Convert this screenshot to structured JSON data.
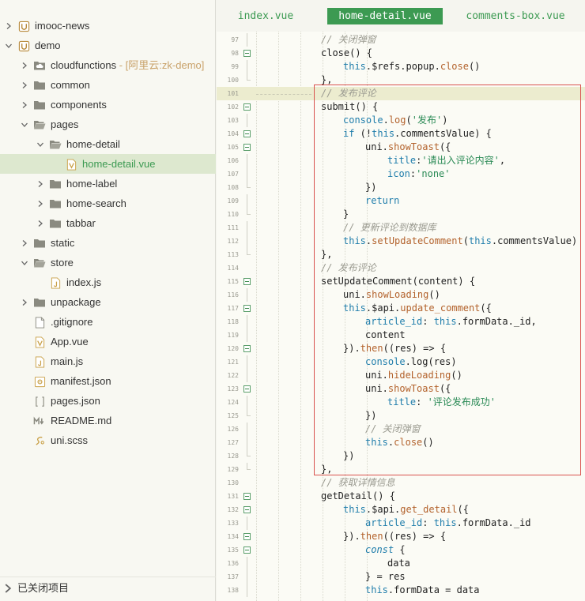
{
  "sidebar": {
    "items": [
      {
        "label": "imooc-news",
        "icon": "uniapp-project-icon",
        "caret": "right"
      },
      {
        "label": "demo",
        "icon": "uniapp-project-icon",
        "caret": "down"
      },
      {
        "label": "cloudfunctions",
        "sub": " - [阿里云:zk-demo]",
        "icon": "cloud-folder-icon",
        "caret": "right"
      },
      {
        "label": "common",
        "icon": "folder-icon",
        "caret": "right"
      },
      {
        "label": "components",
        "icon": "folder-icon",
        "caret": "right"
      },
      {
        "label": "pages",
        "icon": "folder-open-icon",
        "caret": "down"
      },
      {
        "label": "home-detail",
        "icon": "folder-open-icon",
        "caret": "down"
      },
      {
        "label": "home-detail.vue",
        "icon": "vue-file-icon",
        "caret": "none"
      },
      {
        "label": "home-label",
        "icon": "folder-icon",
        "caret": "right"
      },
      {
        "label": "home-search",
        "icon": "folder-icon",
        "caret": "right"
      },
      {
        "label": "tabbar",
        "icon": "folder-icon",
        "caret": "right"
      },
      {
        "label": "static",
        "icon": "folder-icon",
        "caret": "right"
      },
      {
        "label": "store",
        "icon": "folder-open-icon",
        "caret": "down"
      },
      {
        "label": "index.js",
        "icon": "js-file-icon",
        "caret": "none"
      },
      {
        "label": "unpackage",
        "icon": "folder-icon",
        "caret": "right"
      },
      {
        "label": ".gitignore",
        "icon": "file-icon",
        "caret": "none"
      },
      {
        "label": "App.vue",
        "icon": "vue-file-icon",
        "caret": "none"
      },
      {
        "label": "main.js",
        "icon": "js-file-icon",
        "caret": "none"
      },
      {
        "label": "manifest.json",
        "icon": "manifest-file-icon",
        "caret": "none"
      },
      {
        "label": "pages.json",
        "icon": "json-file-icon",
        "caret": "none"
      },
      {
        "label": "README.md",
        "icon": "markdown-file-icon",
        "caret": "none"
      },
      {
        "label": "uni.scss",
        "icon": "scss-file-icon",
        "caret": "none"
      }
    ],
    "selected_index": 7,
    "closed_projects_label": "已关闭项目"
  },
  "tabs": [
    {
      "label": "index.vue",
      "active": false
    },
    {
      "label": "home-detail.vue",
      "active": true
    },
    {
      "label": "comments-box.vue",
      "active": false
    }
  ],
  "editor": {
    "current_line": 101,
    "lines": [
      {
        "n": "97",
        "indent": 4,
        "fold": "line",
        "tokens": [
          [
            "c-comment",
            "// 关闭弹窗"
          ]
        ]
      },
      {
        "n": "98",
        "indent": 4,
        "fold": "box",
        "tokens": [
          [
            "",
            "close() {"
          ]
        ]
      },
      {
        "n": "99",
        "indent": 5,
        "fold": "line",
        "tokens": [
          [
            "c-kw",
            "this"
          ],
          [
            "",
            ".$refs.popup."
          ],
          [
            "c-fn",
            "close"
          ],
          [
            "",
            "()"
          ]
        ]
      },
      {
        "n": "100",
        "indent": 4,
        "fold": "end",
        "tokens": [
          [
            "",
            "},"
          ]
        ]
      },
      {
        "n": "101",
        "indent": 4,
        "fold": "none",
        "tokens": [
          [
            "c-comment",
            "// 发布评论"
          ]
        ]
      },
      {
        "n": "102",
        "indent": 4,
        "fold": "box",
        "tokens": [
          [
            "",
            "submit() {"
          ]
        ]
      },
      {
        "n": "103",
        "indent": 5,
        "fold": "line",
        "tokens": [
          [
            "c-kw",
            "console"
          ],
          [
            "",
            "."
          ],
          [
            "c-fn",
            "log"
          ],
          [
            "",
            "("
          ],
          [
            "c-str",
            "'发布'"
          ],
          [
            "",
            ")"
          ]
        ]
      },
      {
        "n": "104",
        "indent": 5,
        "fold": "box",
        "tokens": [
          [
            "c-kw",
            "if"
          ],
          [
            "",
            " (!"
          ],
          [
            "c-kw",
            "this"
          ],
          [
            "",
            ".commentsValue) {"
          ]
        ]
      },
      {
        "n": "105",
        "indent": 6,
        "fold": "box",
        "tokens": [
          [
            "",
            "uni."
          ],
          [
            "c-fn",
            "showToast"
          ],
          [
            "",
            "({"
          ]
        ]
      },
      {
        "n": "106",
        "indent": 7,
        "fold": "line",
        "tokens": [
          [
            "c-prop",
            "title"
          ],
          [
            "",
            ":"
          ],
          [
            "c-str",
            "'请出入评论内容'"
          ],
          [
            "",
            ","
          ]
        ]
      },
      {
        "n": "107",
        "indent": 7,
        "fold": "line",
        "tokens": [
          [
            "c-prop",
            "icon"
          ],
          [
            "",
            ":"
          ],
          [
            "c-str",
            "'none'"
          ]
        ]
      },
      {
        "n": "108",
        "indent": 6,
        "fold": "end",
        "tokens": [
          [
            "",
            "})"
          ]
        ]
      },
      {
        "n": "109",
        "indent": 6,
        "fold": "line",
        "tokens": [
          [
            "c-kw",
            "return"
          ]
        ]
      },
      {
        "n": "110",
        "indent": 5,
        "fold": "end",
        "tokens": [
          [
            "",
            "}"
          ]
        ]
      },
      {
        "n": "111",
        "indent": 5,
        "fold": "line",
        "tokens": [
          [
            "c-comment",
            "// 更新评论到数据库"
          ]
        ]
      },
      {
        "n": "112",
        "indent": 5,
        "fold": "line",
        "tokens": [
          [
            "c-kw",
            "this"
          ],
          [
            "",
            "."
          ],
          [
            "c-fn",
            "setUpdateComment"
          ],
          [
            "",
            "("
          ],
          [
            "c-kw",
            "this"
          ],
          [
            "",
            ".commentsValue)"
          ]
        ]
      },
      {
        "n": "113",
        "indent": 4,
        "fold": "end",
        "tokens": [
          [
            "",
            "},"
          ]
        ]
      },
      {
        "n": "114",
        "indent": 4,
        "fold": "none",
        "tokens": [
          [
            "c-comment",
            "// 发布评论"
          ]
        ]
      },
      {
        "n": "115",
        "indent": 4,
        "fold": "box",
        "tokens": [
          [
            "",
            "setUpdateComment(content) {"
          ]
        ]
      },
      {
        "n": "116",
        "indent": 5,
        "fold": "line",
        "tokens": [
          [
            "",
            "uni."
          ],
          [
            "c-fn",
            "showLoading"
          ],
          [
            "",
            "()"
          ]
        ]
      },
      {
        "n": "117",
        "indent": 5,
        "fold": "box",
        "tokens": [
          [
            "c-kw",
            "this"
          ],
          [
            "",
            ".$api."
          ],
          [
            "c-fn",
            "update_comment"
          ],
          [
            "",
            "({"
          ]
        ]
      },
      {
        "n": "118",
        "indent": 6,
        "fold": "line",
        "tokens": [
          [
            "c-prop",
            "article_id"
          ],
          [
            "",
            ": "
          ],
          [
            "c-kw",
            "this"
          ],
          [
            "",
            ".formData._id,"
          ]
        ]
      },
      {
        "n": "119",
        "indent": 6,
        "fold": "line",
        "tokens": [
          [
            "",
            "content"
          ]
        ]
      },
      {
        "n": "120",
        "indent": 5,
        "fold": "box",
        "tokens": [
          [
            "",
            "})."
          ],
          [
            "c-fn",
            "then"
          ],
          [
            "",
            "((res) => {"
          ]
        ]
      },
      {
        "n": "121",
        "indent": 6,
        "fold": "line",
        "tokens": [
          [
            "c-kw",
            "console"
          ],
          [
            "",
            ".log(res)"
          ]
        ]
      },
      {
        "n": "122",
        "indent": 6,
        "fold": "line",
        "tokens": [
          [
            "",
            "uni."
          ],
          [
            "c-fn",
            "hideLoading"
          ],
          [
            "",
            "()"
          ]
        ]
      },
      {
        "n": "123",
        "indent": 6,
        "fold": "box",
        "tokens": [
          [
            "",
            "uni."
          ],
          [
            "c-fn",
            "showToast"
          ],
          [
            "",
            "({"
          ]
        ]
      },
      {
        "n": "124",
        "indent": 7,
        "fold": "line",
        "tokens": [
          [
            "c-prop",
            "title"
          ],
          [
            "",
            ": "
          ],
          [
            "c-str",
            "'评论发布成功'"
          ]
        ]
      },
      {
        "n": "125",
        "indent": 6,
        "fold": "end",
        "tokens": [
          [
            "",
            "})"
          ]
        ]
      },
      {
        "n": "126",
        "indent": 6,
        "fold": "line",
        "tokens": [
          [
            "c-comment",
            "// 关闭弹窗"
          ]
        ]
      },
      {
        "n": "127",
        "indent": 6,
        "fold": "line",
        "tokens": [
          [
            "c-kw",
            "this"
          ],
          [
            "",
            "."
          ],
          [
            "c-fn",
            "close"
          ],
          [
            "",
            "()"
          ]
        ]
      },
      {
        "n": "128",
        "indent": 5,
        "fold": "end",
        "tokens": [
          [
            "",
            "})"
          ]
        ]
      },
      {
        "n": "129",
        "indent": 4,
        "fold": "end",
        "tokens": [
          [
            "",
            "},"
          ]
        ]
      },
      {
        "n": "130",
        "indent": 4,
        "fold": "none",
        "tokens": [
          [
            "c-comment",
            "// 获取详情信息"
          ]
        ]
      },
      {
        "n": "131",
        "indent": 4,
        "fold": "box",
        "tokens": [
          [
            "",
            "getDetail() {"
          ]
        ]
      },
      {
        "n": "132",
        "indent": 5,
        "fold": "box",
        "tokens": [
          [
            "c-kw",
            "this"
          ],
          [
            "",
            ".$api."
          ],
          [
            "c-fn",
            "get_detail"
          ],
          [
            "",
            "({"
          ]
        ]
      },
      {
        "n": "133",
        "indent": 6,
        "fold": "line",
        "tokens": [
          [
            "c-prop",
            "article_id"
          ],
          [
            "",
            ": "
          ],
          [
            "c-kw",
            "this"
          ],
          [
            "",
            ".formData._id"
          ]
        ]
      },
      {
        "n": "134",
        "indent": 5,
        "fold": "box",
        "tokens": [
          [
            "",
            "})."
          ],
          [
            "c-fn",
            "then"
          ],
          [
            "",
            "((res) => {"
          ]
        ]
      },
      {
        "n": "135",
        "indent": 6,
        "fold": "box",
        "tokens": [
          [
            "c-it",
            "const"
          ],
          [
            "",
            " {"
          ]
        ]
      },
      {
        "n": "136",
        "indent": 7,
        "fold": "line",
        "tokens": [
          [
            "",
            "data"
          ]
        ]
      },
      {
        "n": "137",
        "indent": 6,
        "fold": "line",
        "tokens": [
          [
            "",
            "} = res"
          ]
        ]
      },
      {
        "n": "138",
        "indent": 6,
        "fold": "line",
        "tokens": [
          [
            "c-kw",
            "this"
          ],
          [
            "",
            ".formData = data"
          ]
        ]
      }
    ]
  }
}
